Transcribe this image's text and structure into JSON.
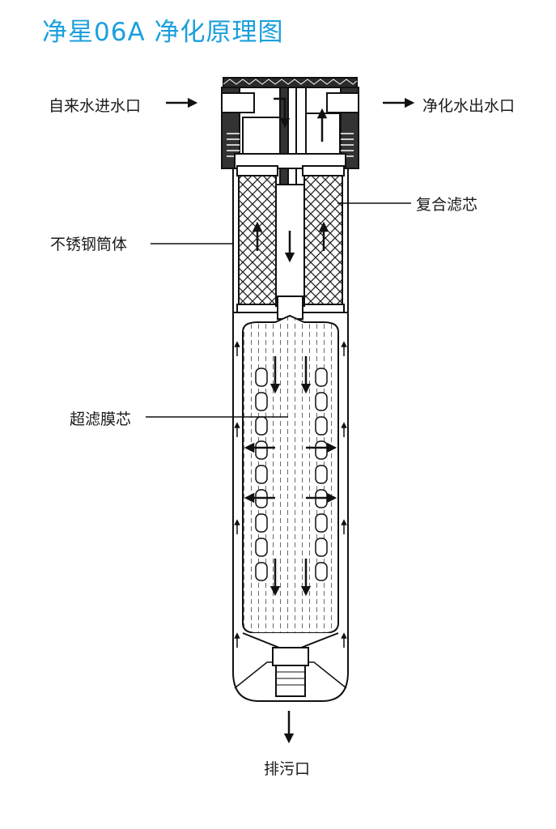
{
  "title": "净星06A 净化原理图",
  "labels": {
    "inlet": "自来水进水口",
    "outlet": "净化水出水口",
    "composite_filter": "复合滤芯",
    "steel_shell": "不锈钢筒体",
    "uf_membrane": "超滤膜芯",
    "drain": "排污口"
  },
  "colors": {
    "title": "#1ba0dc",
    "line": "#111111",
    "text": "#1a1a1a"
  }
}
